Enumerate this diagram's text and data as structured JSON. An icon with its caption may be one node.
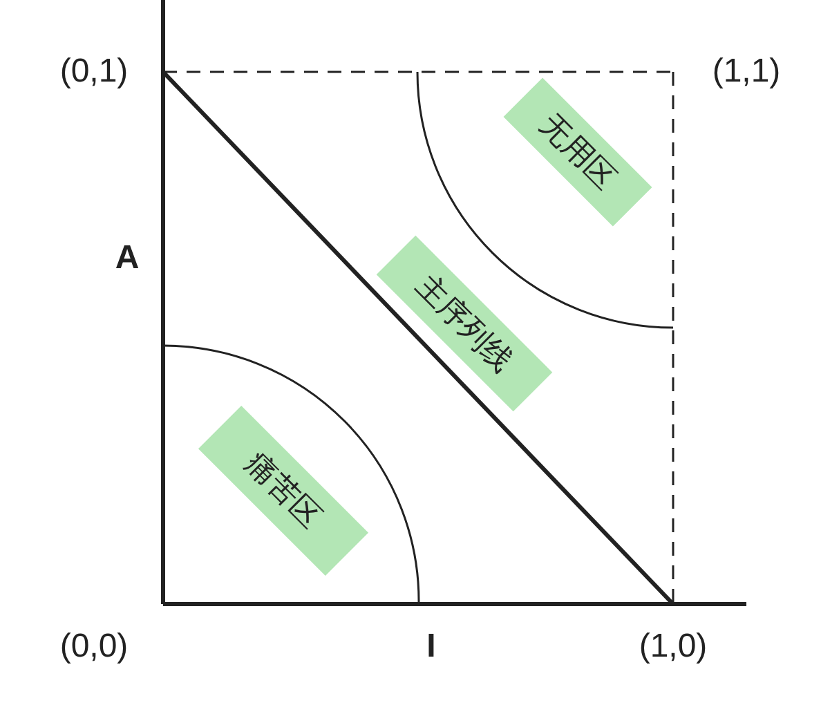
{
  "diagram": {
    "nodes": [
      {
        "text": [
          "无用区"
        ]
      },
      {
        "text": [
          "主序列线"
        ]
      },
      {
        "text": [
          "痛苦区"
        ]
      }
    ],
    "labels": [
      "(0,1)",
      "(1,1)",
      "A",
      "(0,0)",
      "I",
      "(1,0)"
    ]
  }
}
